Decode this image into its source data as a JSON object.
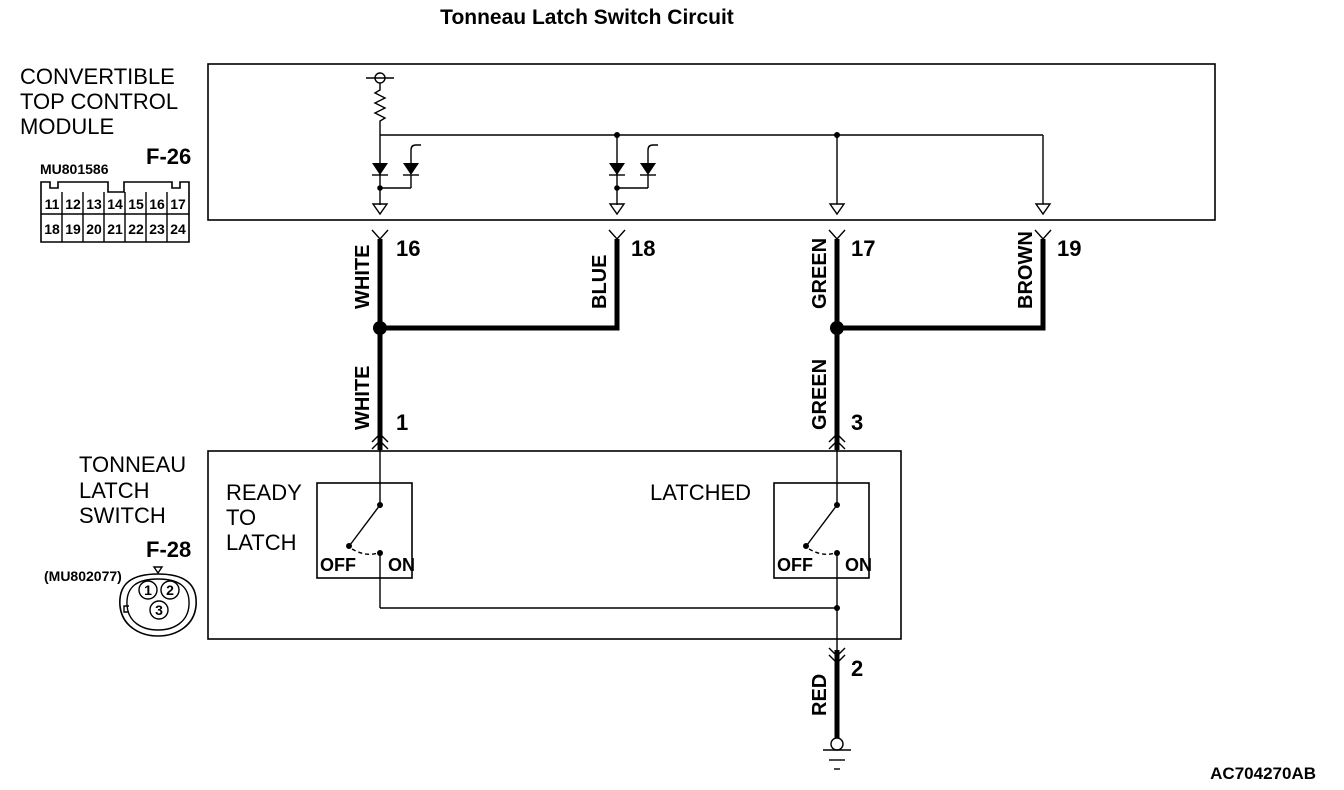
{
  "title": "Tonneau Latch Switch Circuit",
  "module": {
    "name_lines": [
      "CONVERTIBLE",
      "TOP CONTROL",
      "MODULE"
    ],
    "connector_id": "F-26",
    "connector_part": "MU801586",
    "pins_top": [
      "11",
      "12",
      "13",
      "14",
      "15",
      "16",
      "17"
    ],
    "pins_bottom": [
      "18",
      "19",
      "20",
      "21",
      "22",
      "23",
      "24"
    ]
  },
  "switch": {
    "name_lines": [
      "TONNEAU",
      "LATCH",
      "SWITCH"
    ],
    "connector_id": "F-28",
    "connector_part": "(MU802077)",
    "connector_pins": [
      "1",
      "2",
      "3"
    ],
    "left_label_lines": [
      "READY",
      "TO",
      "LATCH"
    ],
    "right_label": "LATCHED",
    "off_label": "OFF",
    "on_label": "ON"
  },
  "wires": {
    "w16": {
      "color": "WHITE",
      "pin": "16"
    },
    "w18": {
      "color": "BLUE",
      "pin": "18"
    },
    "w17": {
      "color": "GREEN",
      "pin": "17"
    },
    "w19": {
      "color": "BROWN",
      "pin": "19"
    },
    "w1": {
      "color": "WHITE",
      "pin": "1"
    },
    "w3": {
      "color": "GREEN",
      "pin": "3"
    },
    "w2": {
      "color": "RED",
      "pin": "2"
    }
  },
  "figure_code": "AC704270AB"
}
